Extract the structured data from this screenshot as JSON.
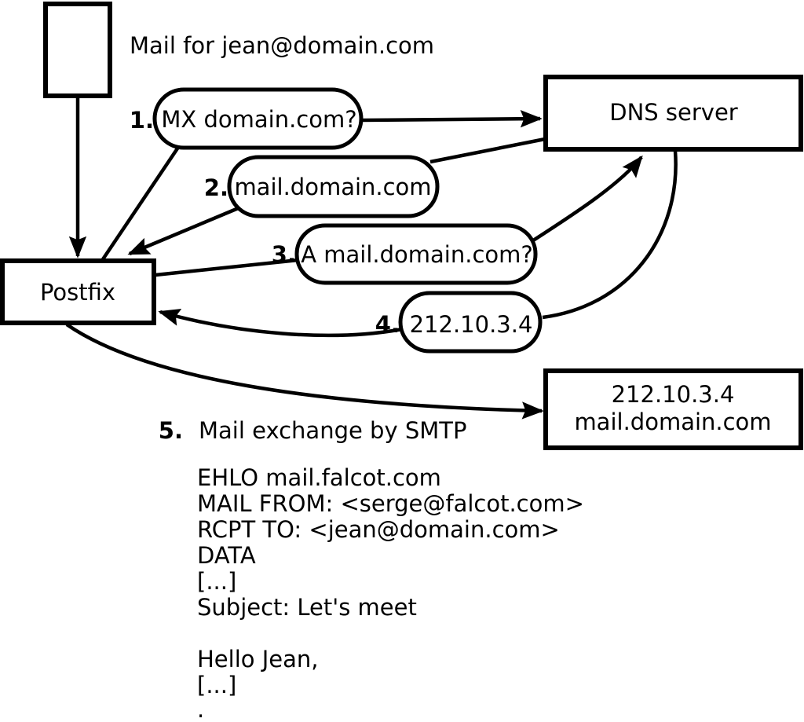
{
  "diagram": {
    "title": "Mail for jean@domain.com",
    "nodes": {
      "postfix": {
        "label": "Postfix"
      },
      "dns_server": {
        "label": "DNS server"
      },
      "mail_server": {
        "line1": "212.10.3.4",
        "line2": "mail.domain.com"
      }
    },
    "steps": [
      {
        "num": "1.",
        "label": "MX domain.com?"
      },
      {
        "num": "2.",
        "label": "mail.domain.com"
      },
      {
        "num": "3.",
        "label": "A mail.domain.com?"
      },
      {
        "num": "4.",
        "label": "212.10.3.4"
      },
      {
        "num": "5.",
        "label": "Mail exchange by SMTP"
      }
    ],
    "smtp_session": {
      "lines": [
        "EHLO mail.falcot.com",
        "MAIL FROM: <serge@falcot.com>",
        "RCPT TO: <jean@domain.com>",
        "DATA",
        "[...]",
        "Subject: Let's meet",
        "",
        "Hello Jean,",
        "[...]",
        "."
      ]
    },
    "colors": {
      "stroke": "#000000",
      "fill": "#ffffff",
      "background": "#ffffff"
    }
  }
}
